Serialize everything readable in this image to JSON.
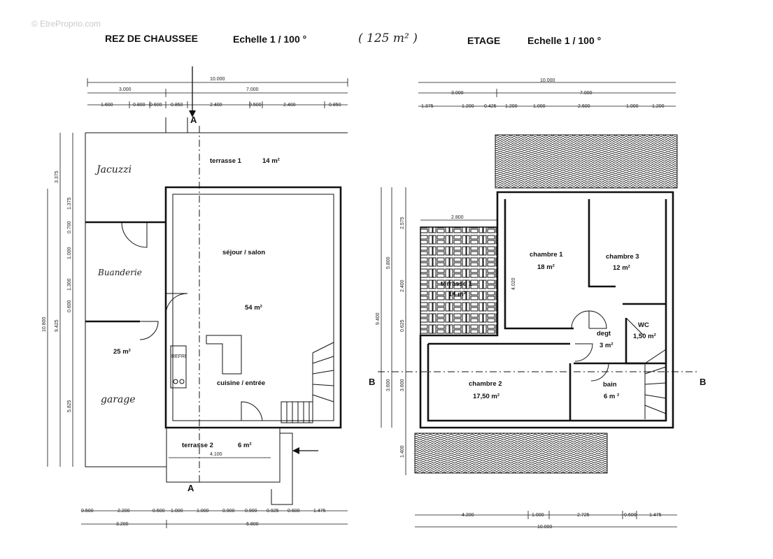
{
  "watermark": "© EtreProprio.com",
  "ground": {
    "title": "REZ DE CHAUSSEE",
    "scale": "Echelle 1 / 100 °",
    "handwritten_total": "( 125 m² )",
    "dims_top_total": "10.000",
    "dims_top_mid": [
      "3.000",
      "7.000"
    ],
    "dims_top_detail": [
      "1.600",
      "0.800",
      "0.600",
      "0.850",
      "2.400",
      "0.500",
      "2.400",
      "0.850"
    ],
    "dims_left_outer": [
      "10.800"
    ],
    "dims_left_inner": [
      "3.375",
      "9.425"
    ],
    "dims_left_detail": [
      "1.375",
      "0.700",
      "1.000",
      "1.300",
      "0.600",
      "5.825"
    ],
    "dims_bottom_detail": [
      "0.500",
      "2.200",
      "0.500",
      "1.000",
      "1.000",
      "0.900",
      "0.900",
      "0.925",
      "0.600",
      "1.475"
    ],
    "dims_bottom_total": [
      "3.200",
      "6.800"
    ],
    "dim_terrace2": "4.100",
    "section": "A",
    "rooms": {
      "terrasse1": "terrasse 1",
      "terrasse1_area": "14 m²",
      "jacuzzi": "Jacuzzi",
      "buanderie": "Buanderie",
      "garage_area": "25 m²",
      "garage": "garage",
      "sejour": "séjour / salon",
      "sejour_area": "54 m²",
      "cuisine": "cuisine / entrée",
      "terrasse2": "terrasse 2",
      "terrasse2_area": "6 m²",
      "refri": "REFRI"
    }
  },
  "upper": {
    "title": "ETAGE",
    "scale": "Echelle 1 / 100 °",
    "dims_top_total": "10.000",
    "dims_top_mid": [
      "3.000",
      "7.000"
    ],
    "dims_top_detail": [
      "1.375",
      "1.200",
      "0.425",
      "1.200",
      "1.000",
      "2.600",
      "1.000",
      "1.200"
    ],
    "dim_terrasse": "2.800",
    "dims_left_outer": [
      "9.400"
    ],
    "dims_left_mid": [
      "5.800",
      "3.600"
    ],
    "dims_left_detail": [
      "2.575",
      "2.400",
      "0.625",
      "3.600",
      "1.400"
    ],
    "dim_inner": "4.020",
    "dims_bottom_detail": [
      "4.200",
      "1.000",
      "2.725",
      "0.600",
      "1.475"
    ],
    "dims_bottom_total": "10.000",
    "section": "B",
    "rooms": {
      "chambre1": "chambre 1",
      "chambre1_area": "18 m²",
      "chambre3": "chambre 3",
      "chambre3_area": "12 m²",
      "terrasse": "terrasse 1",
      "terrasse_area": "14 m²",
      "degt": "degt",
      "degt_area": "3 m²",
      "wc": "WC",
      "wc_area": "1,50 m²",
      "chambre2": "chambre 2",
      "chambre2_area": "17,50 m²",
      "bain": "bain",
      "bain_area": "6 m ²"
    }
  }
}
